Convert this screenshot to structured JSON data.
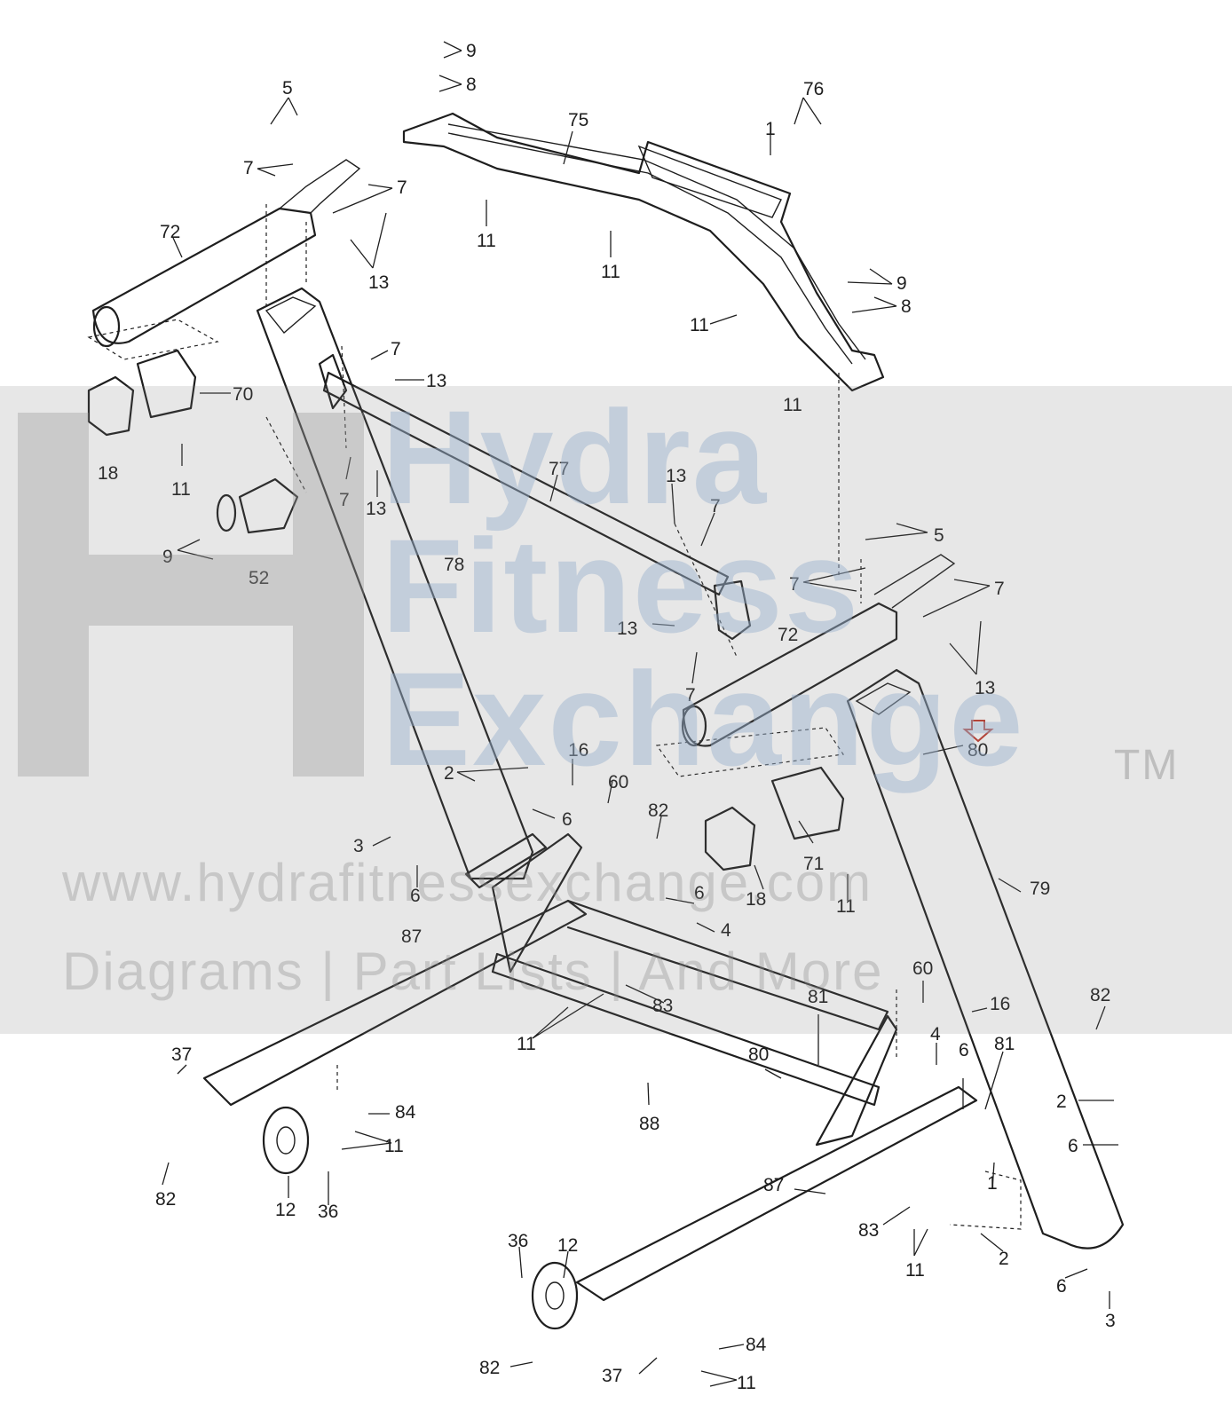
{
  "callouts": {
    "c9a": "9",
    "c8a": "8",
    "c76": "76",
    "c5a": "5",
    "c75": "75",
    "c1a": "1",
    "c7a": "7",
    "c7b": "7",
    "c72a": "72",
    "c13a": "13",
    "c11a": "11",
    "c11b": "11",
    "c9b": "9",
    "c8b": "8",
    "c11c": "11",
    "c7c": "7",
    "c13b": "13",
    "c70": "70",
    "c11d": "11",
    "c18a": "18",
    "c11e": "11",
    "c77": "77",
    "c13c": "13",
    "c7d": "7",
    "c7e": "7",
    "c13d": "13",
    "c9c": "9",
    "c52": "52",
    "c78": "78",
    "c5b": "5",
    "c7f": "7",
    "c7g": "7",
    "c13e": "13",
    "c72b": "72",
    "c13f": "13",
    "c7h": "7",
    "c80a": "80",
    "c16a": "16",
    "c60a": "60",
    "c2a": "2",
    "c6a": "6",
    "c3a": "3",
    "c6b": "6",
    "c82a": "82",
    "c18b": "18",
    "c71": "71",
    "c11f": "11",
    "c79": "79",
    "c6c": "6",
    "c4a": "4",
    "c87a": "87",
    "c83a": "83",
    "c11g": "11",
    "c60b": "60",
    "c16b": "16",
    "c81a": "81",
    "c82b": "82",
    "c37a": "37",
    "c4b": "4",
    "c6d": "6",
    "c80b": "80",
    "c81b": "81",
    "c88": "88",
    "c84a": "84",
    "c11h": "11",
    "c2b": "2",
    "c6e": "6",
    "c82c": "82",
    "c12a": "12",
    "c36a": "36",
    "c87b": "87",
    "c1b": "1",
    "c83b": "83",
    "c2c": "2",
    "c11i": "11",
    "c36b": "36",
    "c12b": "12",
    "c6f": "6",
    "c3b": "3",
    "c84b": "84",
    "c82d": "82",
    "c37b": "37",
    "c11j": "11"
  },
  "watermark": {
    "line1": "Hydra",
    "line2": "Fitness",
    "line3": "Exchange",
    "trademark": "TM",
    "url": "www.hydrafitnessexchange.com",
    "tagline": "Diagrams | Part Lists | And More"
  },
  "colors": {
    "line": "#1e1e1e",
    "highlight_arrow": "#c0392b",
    "watermark_band": "#d9d9d9",
    "watermark_text": "#9fb7d3"
  }
}
